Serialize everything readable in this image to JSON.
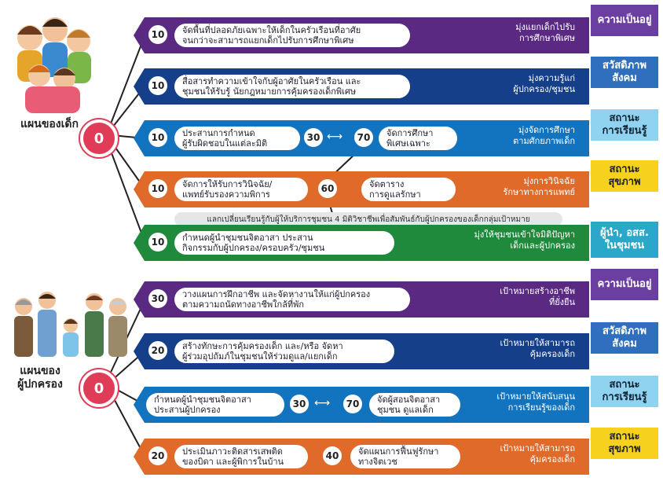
{
  "group1": {
    "title": "แผนของเด็ก",
    "hub": "0",
    "rows": [
      {
        "n1": "10",
        "t1a": "จัดพื้นที่ปลอดภัยเฉพาะให้เด็กในครัวเรือนที่อาศัย",
        "t1b": "จนกว่าจะสามารถแยกเด็กไปรับการศึกษาพิเศษ",
        "goal_a": "มุ่งแยกเด็กไปรับ",
        "goal_b": "การศึกษาพิเศษ",
        "cat_a": "ความเป็นอยู่",
        "cat_b": ""
      },
      {
        "n1": "10",
        "t1a": "สื่อสารทำความเข้าใจกับผู้อาศัยในครัวเรือน และ",
        "t1b": "ชุมชนให้รับรู้ นัยกฎหมายการคุ้มครองเด็กพิเศษ",
        "goal_a": "มุ่งความรู้แก่",
        "goal_b": "ผู้ปกครอง/ชุมชน",
        "cat_a": "สวัสดิภาพ",
        "cat_b": "สังคม"
      },
      {
        "n1": "10",
        "t1a": "ประสานการกำหนด",
        "t1b": "ผู้รับผิดชอบในแต่ละมิติ",
        "n2": "30",
        "n3": "70",
        "t2a": "จัดการศึกษา",
        "t2b": "พิเศษเฉพาะ",
        "goal_a": "มุ่งจัดการศึกษา",
        "goal_b": "ตามศักยภาพเด็ก",
        "cat_a": "สถานะ",
        "cat_b": "การเรียนรู้"
      },
      {
        "n1": "10",
        "t1a": "จัดการให้รับการวินิจฉัย/",
        "t1b": "แพทย์รับรองความพิการ",
        "n2": "60",
        "t2a": "จัดตาราง",
        "t2b": "การดูแลรักษา",
        "goal_a": "มุ่งการวินิจฉัย",
        "goal_b": "รักษาทางการแพทย์",
        "cat_a": "สถานะ",
        "cat_b": "สุขภาพ"
      },
      {
        "n1": "10",
        "t1a": "กำหนดผู้นำชุมชนจิตอาสา ประสาน",
        "t1b": "กิจกรรมกับผู้ปกครอง/ครอบครัว/ชุมชน",
        "goal_a": "มุ่งให้ชุมชนเข้าใจมิติปัญหา",
        "goal_b": "เด็กและผู้ปกครอง",
        "cat_a": "ผู้นำ, อสส.",
        "cat_b": "ในชุมชน"
      }
    ],
    "banner": "แลกเปลี่ยนเรียนรู้กับผู้ให้บริการชุมชน 4 มิติวิชาชีพเพื่อสัมพันธ์กับผู้ปกครองของเด็กกลุ่มเป้าหมาย"
  },
  "group2": {
    "title_a": "แผนของ",
    "title_b": "ผู้ปกครอง",
    "hub": "0",
    "rows": [
      {
        "n1": "30",
        "t1a": "วางแผนการฝึกอาชีพ และจัดหางานให้แก่ผู้ปกครอง",
        "t1b": "ตามความถนัดทางอาชีพใกล้ที่พัก",
        "goal_a": "เป้าหมายสร้างอาชีพ",
        "goal_b": "ที่ยั่งยืน",
        "cat_a": "ความเป็นอยู่",
        "cat_b": ""
      },
      {
        "n1": "20",
        "t1a": "สร้างทักษะการคุ้มครองเด็ก และ/หรือ จัดหา",
        "t1b": "ผู้ร่วมอุปถัมภ์ในชุมชนให้ร่วมดูแล/แยกเด็ก",
        "goal_a": "เป้าหมายให้สามารถ",
        "goal_b": "คุ้มครองเด็ก",
        "cat_a": "สวัสดิภาพ",
        "cat_b": "สังคม"
      },
      {
        "t1a": "กำหนดผู้นำชุมชนจิตอาสา",
        "t1b": "ประสานผู้ปกครอง",
        "n2": "30",
        "n3": "70",
        "t2a": "จัดผู้สอนจิตอาสา",
        "t2b": "ชุมชน ดูแลเด็ก",
        "goal_a": "เป้าหมายให้สนับสนุน",
        "goal_b": "การเรียนรู้ของเด็ก",
        "cat_a": "สถานะ",
        "cat_b": "การเรียนรู้"
      },
      {
        "n1": "20",
        "t1a": "ประเมินภาวะติดสารเสพติด",
        "t1b": "ของบิดา และผู้พิการในบ้าน",
        "n2": "40",
        "t2a": "จัดแผนการฟื้นฟูรักษา",
        "t2b": "ทางจิตเวช",
        "goal_a": "เป้าหมายให้สามารถ",
        "goal_b": "คุ้มครองเด็ก",
        "cat_a": "สถานะ",
        "cat_b": "สุขภาพ"
      }
    ]
  },
  "colors": {
    "purple": "#5a2a83",
    "navy": "#163f8a",
    "blue": "#1273bf",
    "orange": "#e06a2a",
    "green": "#1f8a3b",
    "cat_purple": "#6b3fa0",
    "cat_blue": "#2f6fbd",
    "cat_sky": "#8fd3f0",
    "cat_yellow": "#f6d21f",
    "cat_teal": "#2aa7c9"
  }
}
